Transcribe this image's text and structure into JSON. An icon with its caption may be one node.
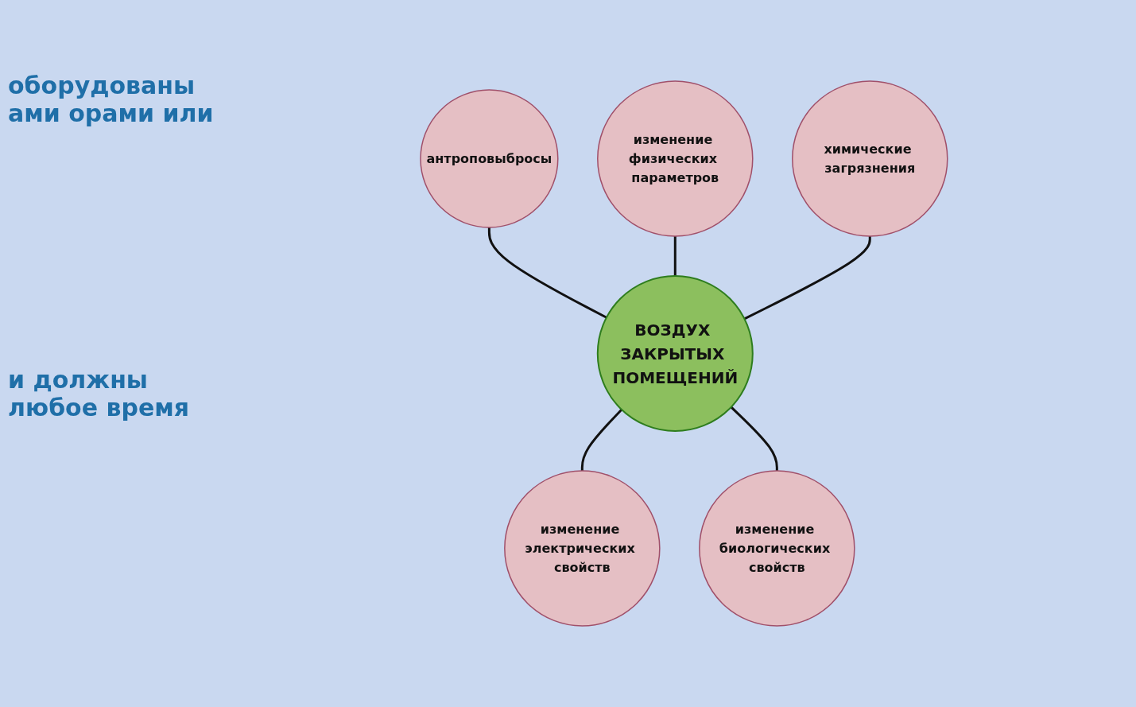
{
  "diagram": {
    "nodes": [
      {
        "text": [
          "антроповыбросы"
        ]
      },
      {
        "text": [
          "изменение физических параметров"
        ]
      },
      {
        "text": [
          "химические загрязнения"
        ]
      },
      {
        "text": [
          "ВОЗДУХ ЗАКРЫТЫХ ПОМЕЩЕНИЙ"
        ]
      },
      {
        "text": [
          "изменение электрических свойств"
        ]
      },
      {
        "text": [
          "изменение биологических свойств"
        ]
      }
    ],
    "edges": [
      {
        "from": 0,
        "to": 3,
        "arrow": "none"
      },
      {
        "from": 1,
        "to": 3,
        "arrow": "none"
      },
      {
        "from": 2,
        "to": 3,
        "arrow": "none"
      },
      {
        "from": 3,
        "to": 4,
        "arrow": "none"
      },
      {
        "from": 3,
        "to": 5,
        "arrow": "none"
      }
    ],
    "labels": [
      "оборудованы ами орами или",
      "и должны любое время"
    ]
  }
}
